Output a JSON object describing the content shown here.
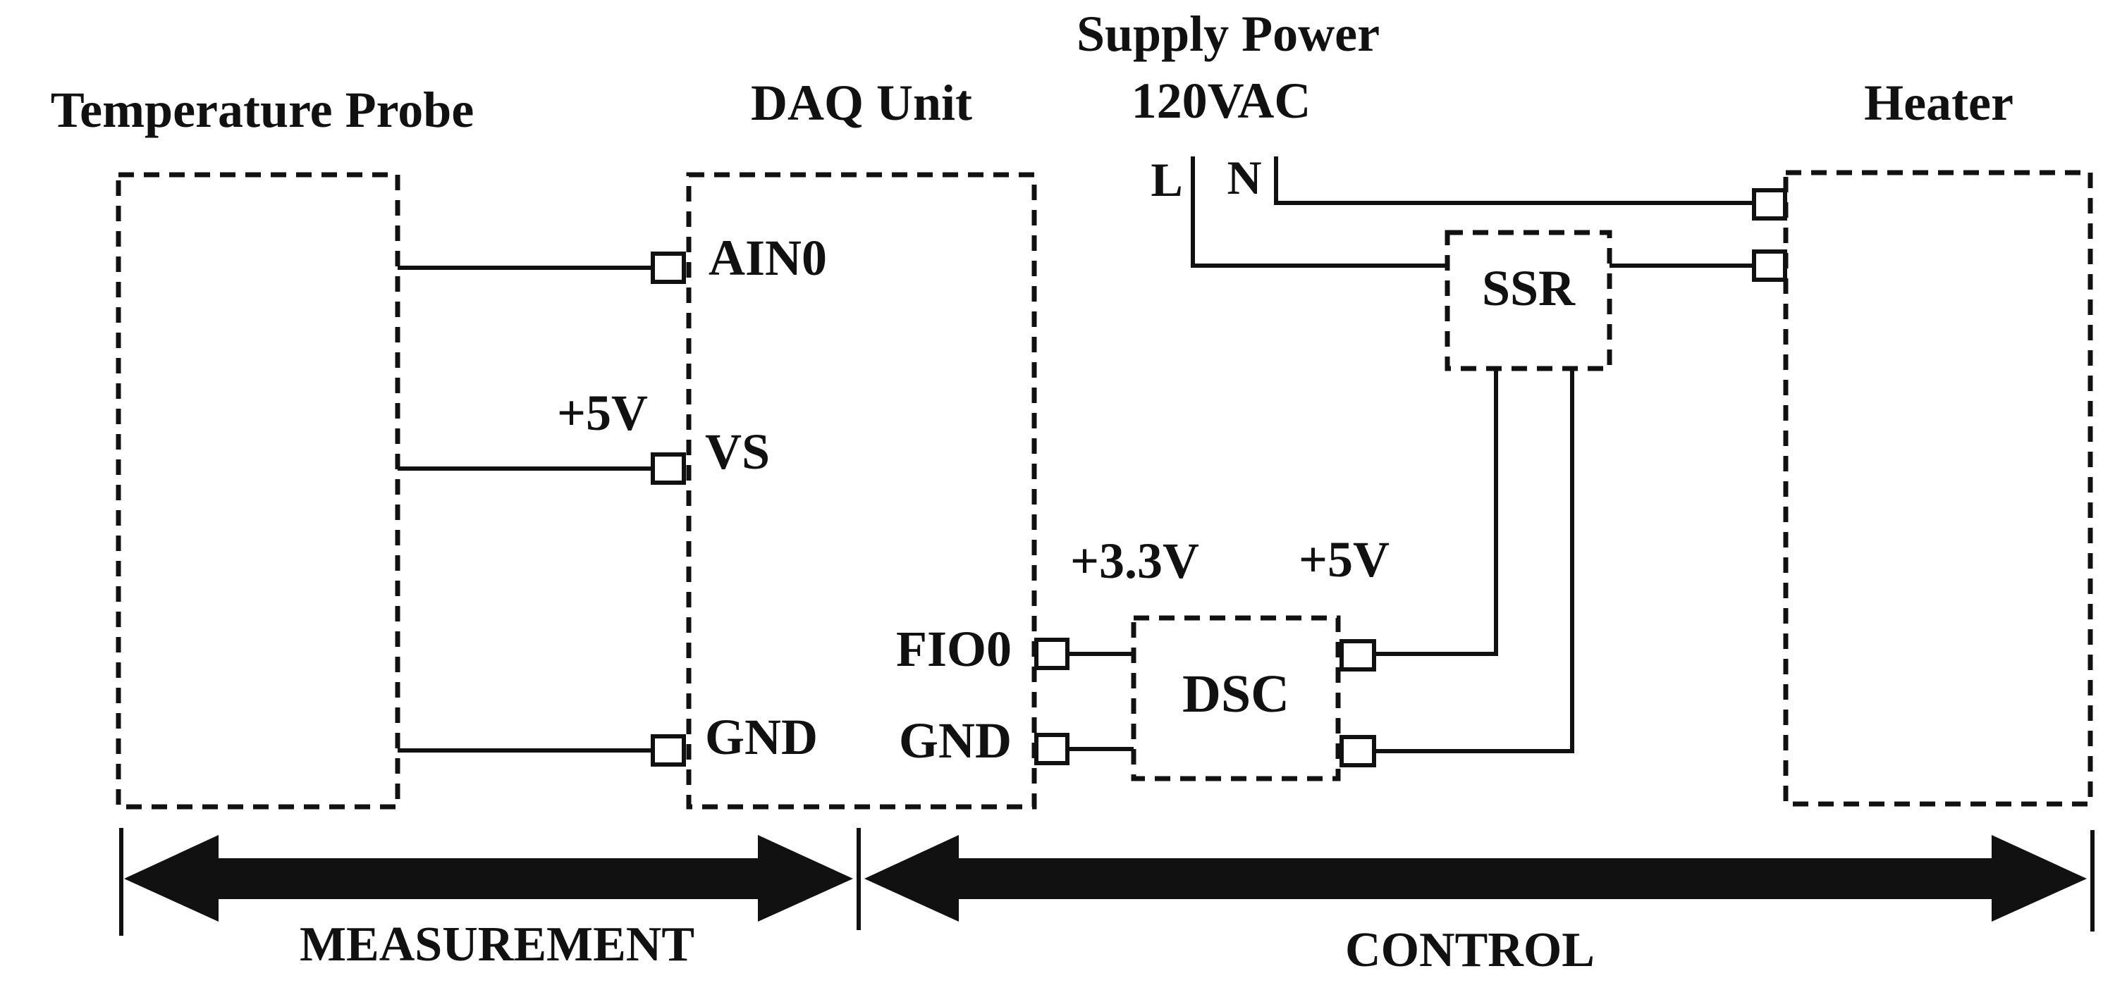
{
  "colors": {
    "ink": "#111111",
    "background": "#ffffff"
  },
  "blocks": {
    "temperature_probe": {
      "title": "Temperature Probe"
    },
    "daq_unit": {
      "title": "DAQ Unit",
      "pins": {
        "ain0": "AIN0",
        "vs": "VS",
        "gnd_left": "GND",
        "fio0": "FIO0",
        "gnd_right": "GND"
      },
      "vs_supply": "+5V"
    },
    "supply_power": {
      "title": "Supply Power",
      "voltage": "120VAC",
      "line": "L",
      "neutral": "N"
    },
    "heater": {
      "title": "Heater"
    },
    "ssr": {
      "label": "SSR"
    },
    "dsc": {
      "label": "DSC",
      "input_voltage": "+3.3V",
      "output_voltage": "+5V"
    }
  },
  "sections": {
    "measurement": "MEASUREMENT",
    "control": "CONTROL"
  }
}
